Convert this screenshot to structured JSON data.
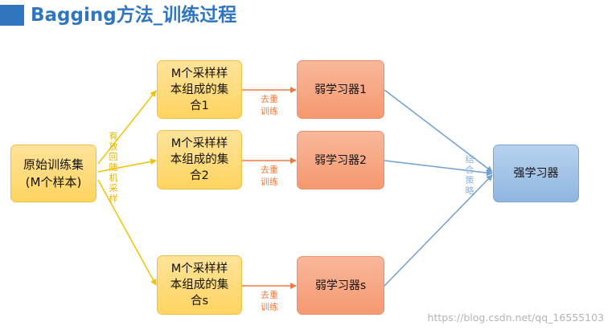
{
  "title": "Bagging方法_训练过程",
  "source": {
    "line1": "原始训练集",
    "line2": "(M个样本)"
  },
  "sampling_label": "有放回随机采样",
  "samples": [
    {
      "line1": "M个采样样",
      "line2": "本组成的集",
      "line3": "合1"
    },
    {
      "line1": "M个采样样",
      "line2": "本组成的集",
      "line3": "合2"
    },
    {
      "line1": "M个采样样",
      "line2": "本组成的集",
      "line3": "合s"
    }
  ],
  "train_label": "去重训练",
  "learners": [
    "弱学习器1",
    "弱学习器2",
    "弱学习器s"
  ],
  "combine_label": "结合策略",
  "strong_learner": "强学习器",
  "watermark": "https://blog.csdn.net/qq_16555103",
  "colors": {
    "title": "#2f76bf",
    "sample_box": "#ffd460",
    "learner_box": "#f59970",
    "strong_box": "#8fb6e0",
    "sampling_arrow": "#f2c200",
    "train_arrow": "#f07b3c",
    "combine_arrow": "#6f9fd4"
  }
}
